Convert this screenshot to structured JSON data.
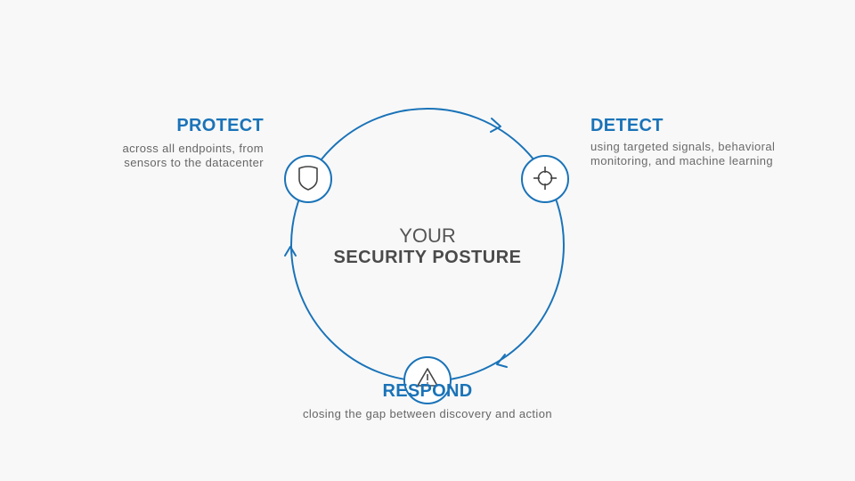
{
  "diagram": {
    "center": {
      "line1": "YOUR",
      "line2": "SECURITY POSTURE"
    },
    "stages": {
      "protect": {
        "title": "PROTECT",
        "description_line1": "across all endpoints, from",
        "description_line2": "sensors to the datacenter",
        "icon": "shield-icon"
      },
      "detect": {
        "title": "DETECT",
        "description_line1": "using targeted signals, behavioral",
        "description_line2": "monitoring, and machine learning",
        "icon": "crosshair-icon"
      },
      "respond": {
        "title": "RESPOND",
        "description_line1": "closing the gap between discovery and action",
        "icon": "warning-icon"
      }
    },
    "colors": {
      "accent": "#1a73b8",
      "text": "#666666",
      "background": "#f8f8f8"
    }
  }
}
